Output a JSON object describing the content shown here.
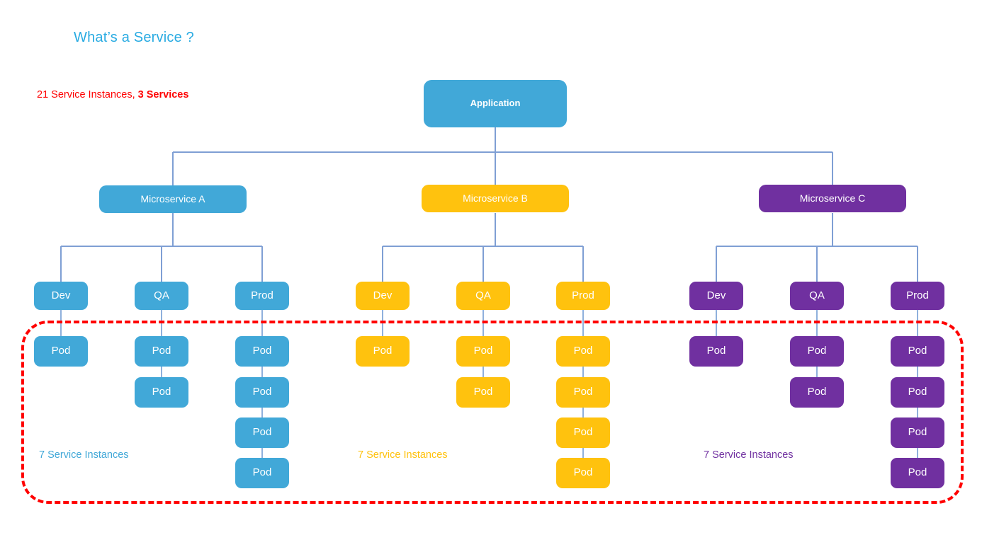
{
  "slide": {
    "title": "What’s a Service ?",
    "summary_prefix": "21 Service Instances, ",
    "summary_bold": "3 Services",
    "title_color": "#29ABE2",
    "summary_color": "#FF0000",
    "enclosure_color": "#FF0000",
    "connector_color": "#7F9FD4"
  },
  "root": {
    "label": "Application",
    "color": "#41A8D8"
  },
  "branches": [
    {
      "id": "a",
      "label": "Microservice A",
      "color": "#41A8D8",
      "instances_label": "7 Service Instances",
      "environments": [
        {
          "label": "Dev",
          "pods": [
            "Pod"
          ]
        },
        {
          "label": "QA",
          "pods": [
            "Pod",
            "Pod"
          ]
        },
        {
          "label": "Prod",
          "pods": [
            "Pod",
            "Pod",
            "Pod",
            "Pod"
          ]
        }
      ]
    },
    {
      "id": "b",
      "label": "Microservice B",
      "color": "#FFC20E",
      "instances_label": "7 Service Instances",
      "environments": [
        {
          "label": "Dev",
          "pods": [
            "Pod"
          ]
        },
        {
          "label": "QA",
          "pods": [
            "Pod",
            "Pod"
          ]
        },
        {
          "label": "Prod",
          "pods": [
            "Pod",
            "Pod",
            "Pod",
            "Pod"
          ]
        }
      ]
    },
    {
      "id": "c",
      "label": "Microservice C",
      "color": "#7030A0",
      "instances_label": "7 Service Instances",
      "environments": [
        {
          "label": "Dev",
          "pods": [
            "Pod"
          ]
        },
        {
          "label": "QA",
          "pods": [
            "Pod",
            "Pod"
          ]
        },
        {
          "label": "Prod",
          "pods": [
            "Pod",
            "Pod",
            "Pod",
            "Pod"
          ]
        }
      ]
    }
  ]
}
